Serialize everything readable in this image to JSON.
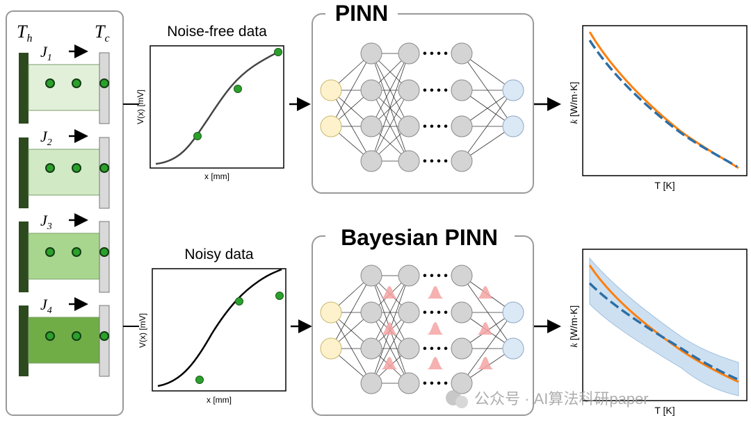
{
  "thermal_setup": {
    "hot_label": "T",
    "hot_sub": "h",
    "cold_label": "T",
    "cold_sub": "c",
    "rows": [
      {
        "flux_label": "J",
        "flux_sub": "1",
        "fill": "#e2f0da"
      },
      {
        "flux_label": "J",
        "flux_sub": "2",
        "fill": "#d2e9c6"
      },
      {
        "flux_label": "J",
        "flux_sub": "3",
        "fill": "#a9d68e"
      },
      {
        "flux_label": "J",
        "flux_sub": "4",
        "fill": "#70ad47"
      }
    ]
  },
  "panels": {
    "noise_free": {
      "title": "Noise-free data",
      "xlabel": "x [mm]",
      "ylabel": "V(x) [mV]"
    },
    "noisy": {
      "title": "Noisy data",
      "xlabel": "x [mm]",
      "ylabel": "V(x) [mV]"
    }
  },
  "networks": {
    "pinn_title": "PINN",
    "bpinn_title": "Bayesian PINN",
    "ellipsis": "• • • •"
  },
  "results": {
    "top": {
      "xlabel": "T [K]",
      "ylabel_k": "k",
      "ylabel_unit": "[W/m·K]"
    },
    "bottom": {
      "xlabel": "T [K]",
      "ylabel_k": "k",
      "ylabel_unit": "[W/m·K]"
    }
  },
  "watermark": {
    "text": "公众号 · AI算法科研paper"
  },
  "colors": {
    "dark_green": "#2d4a1f",
    "point_green": "#2ca02c",
    "input_node": "#fdf2cc",
    "output_node": "#dbe8f5",
    "hidden_node": "#d4d4d4",
    "orange_curve": "#ff7f0e",
    "blue_dashed": "#2d6fa6",
    "band": "#bcd5ec",
    "prior_pink": "#f4a3a3"
  }
}
